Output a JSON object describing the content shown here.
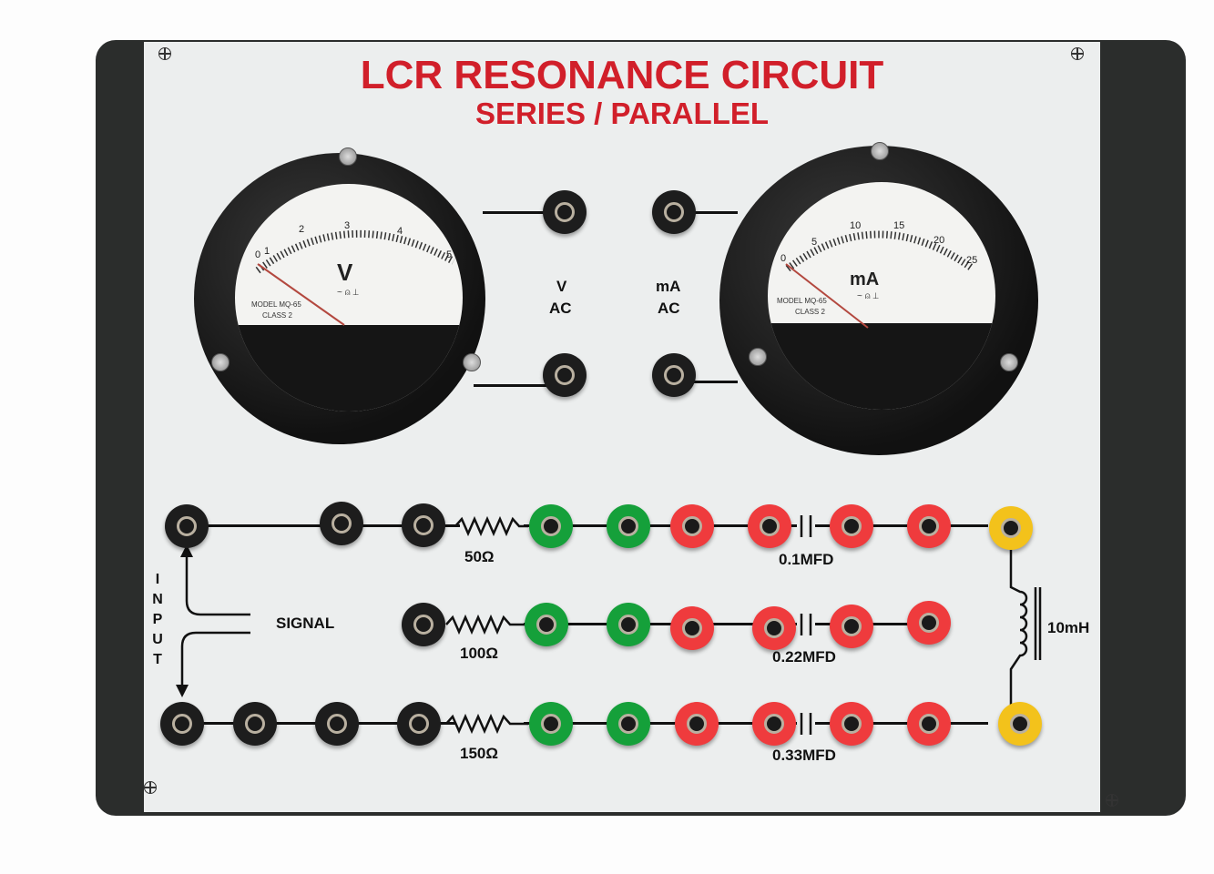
{
  "panel": {
    "title": "LCR RESONANCE CIRCUIT",
    "subtitle": "SERIES / PARALLEL"
  },
  "voltmeter": {
    "unit": "V",
    "symbol": "~ ⍝ ⊥",
    "scale": [
      "0",
      "1",
      "2",
      "3",
      "4",
      "5"
    ],
    "model": "MODEL MQ-65",
    "class": "CLASS 2",
    "terminal_label_1": "V",
    "terminal_label_2": "AC"
  },
  "ammeter": {
    "unit": "mA",
    "symbol": "~ ⍝ ⊥",
    "scale": [
      "0",
      "5",
      "10",
      "15",
      "20",
      "25"
    ],
    "model": "MODEL MQ-65",
    "class": "CLASS 2",
    "terminal_label_1": "mA",
    "terminal_label_2": "AC"
  },
  "circuit": {
    "input_label": "INPUT",
    "signal_label": "SIGNAL",
    "resistors": [
      "50Ω",
      "100Ω",
      "150Ω"
    ],
    "capacitors": [
      "0.1MFD",
      "0.22MFD",
      "0.33MFD"
    ],
    "inductor": "10mH"
  }
}
